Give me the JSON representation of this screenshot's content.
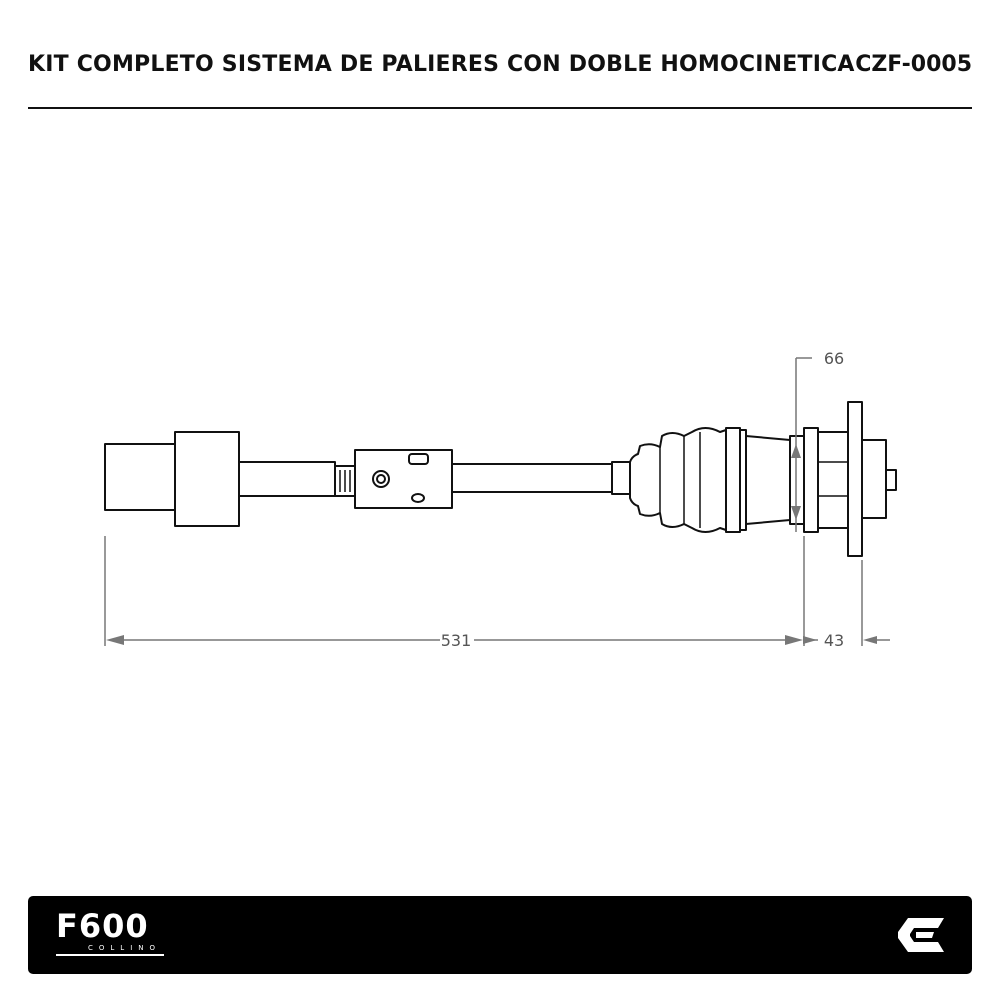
{
  "header": {
    "title": "KIT COMPLETO SISTEMA DE PALIERES CON DOBLE HOMOCINETICA",
    "code": "CZF-0005"
  },
  "drawing": {
    "dimensions": {
      "total_length": "531",
      "flange_offset": "43",
      "flange_diameter": "66"
    }
  },
  "footer": {
    "brand": "F600",
    "brand_sub": "COLLINO",
    "logo_icon": "c-logo-icon"
  }
}
